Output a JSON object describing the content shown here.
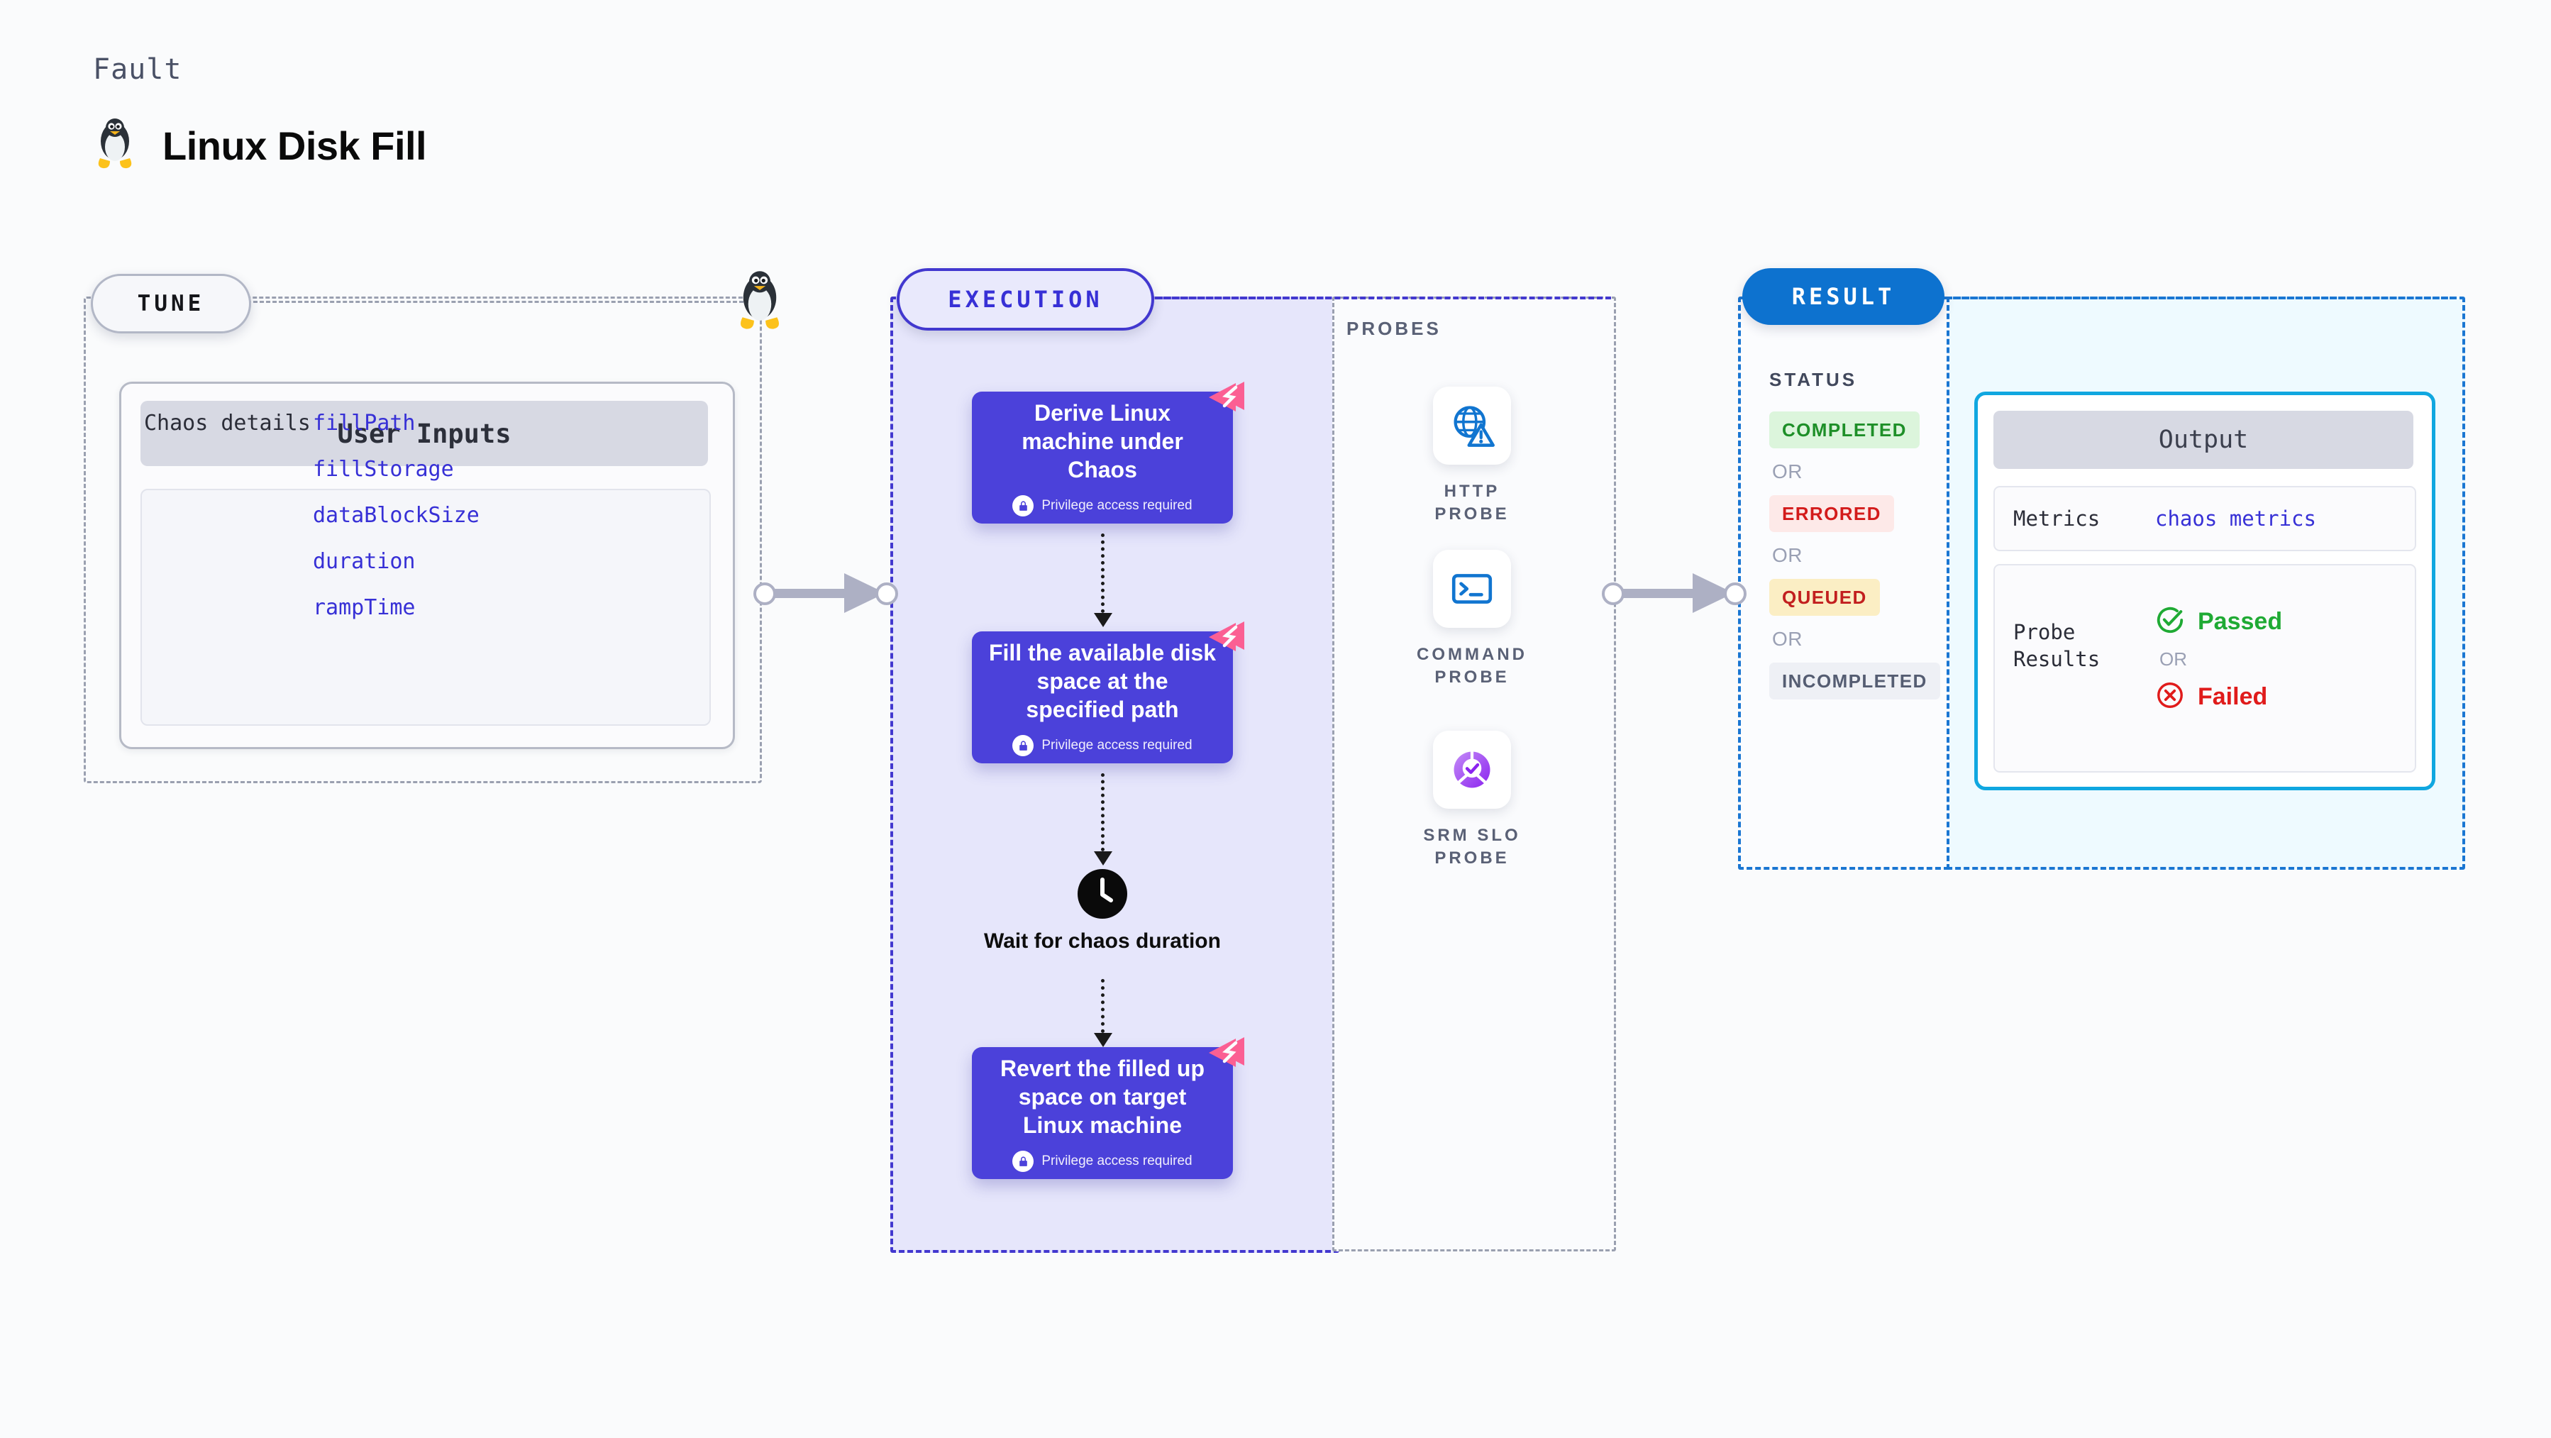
{
  "header": {
    "eyebrow": "Fault",
    "title": "Linux Disk Fill",
    "icon": "linux-tux-icon"
  },
  "tune": {
    "pill_label": "TUNE",
    "edge_icon": "linux-tux-icon",
    "card": {
      "header": "User Inputs",
      "row_label": "Chaos details",
      "params": [
        "fillPath",
        "fillStorage",
        "dataBlockSize",
        "duration",
        "rampTime"
      ]
    }
  },
  "execution": {
    "pill_label": "EXECUTION",
    "privilege_note": "Privilege access required",
    "steps": [
      {
        "title": "Derive Linux machine under Chaos",
        "privileged": "Privilege access required",
        "badge": "chaos-fault-badge-icon"
      },
      {
        "title": "Fill the available disk space at the specified path",
        "privileged": "Privilege access required",
        "badge": "chaos-fault-badge-icon"
      },
      {
        "title": "Revert the filled up space on target Linux machine",
        "privileged": "Privilege access required",
        "badge": "chaos-fault-badge-icon"
      }
    ],
    "wait": {
      "icon": "clock-icon",
      "label": "Wait for chaos duration"
    }
  },
  "probes": {
    "section_label": "PROBES",
    "items": [
      {
        "label": "HTTP PROBE",
        "icon": "globe-warning-icon"
      },
      {
        "label": "COMMAND PROBE",
        "icon": "terminal-icon"
      },
      {
        "label": "SRM SLO PROBE",
        "icon": "slo-donut-check-icon"
      }
    ]
  },
  "result": {
    "pill_label": "RESULT",
    "status_label": "STATUS",
    "or_label": "OR",
    "statuses": [
      {
        "text": "COMPLETED",
        "color": "#1e8f28",
        "bg": "#dcf5dc"
      },
      {
        "text": "ERRORED",
        "color": "#d31b1b",
        "bg": "#fde9e8"
      },
      {
        "text": "QUEUED",
        "color": "#c21f1f",
        "bg": "#fbeec4"
      },
      {
        "text": "INCOMPLETED",
        "color": "#555d72",
        "bg": "#eef0f5"
      }
    ],
    "output": {
      "header": "Output",
      "metrics_key": "Metrics",
      "metrics_value": "chaos metrics",
      "probe_results_key": "Probe Results",
      "passed_label": "Passed",
      "failed_label": "Failed",
      "or_label": "OR",
      "pass_icon": "check-circle-icon",
      "fail_icon": "x-circle-icon"
    }
  },
  "colors": {
    "accent_indigo": "#4b41da",
    "accent_blue": "#0d72cf",
    "badge_pink": "#fb5f93",
    "probe_blue": "#1175d0",
    "probe_purple": "#9333ea",
    "arrow_gray": "#adb0c4"
  }
}
